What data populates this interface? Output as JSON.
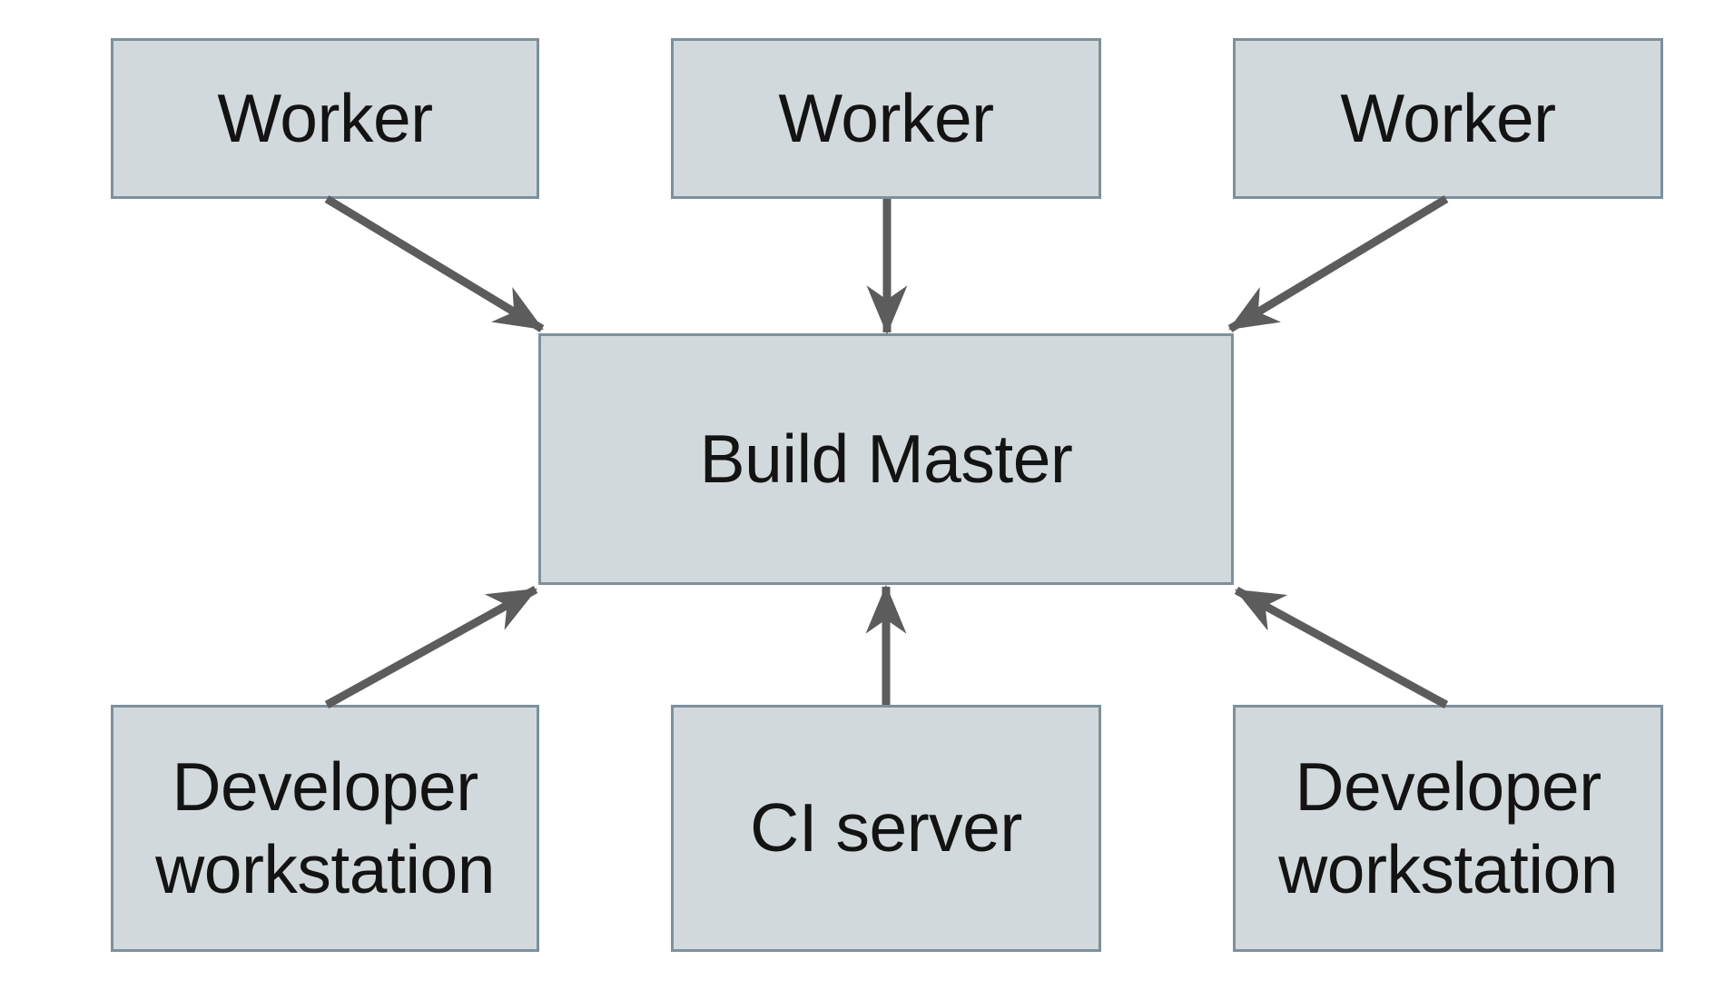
{
  "diagram": {
    "nodes": [
      {
        "id": "worker-1",
        "label": "Worker"
      },
      {
        "id": "worker-2",
        "label": "Worker"
      },
      {
        "id": "worker-3",
        "label": "Worker"
      },
      {
        "id": "build-master",
        "label": "Build Master"
      },
      {
        "id": "developer-workstation-left",
        "label": "Developer workstation"
      },
      {
        "id": "ci-server",
        "label": "CI server"
      },
      {
        "id": "developer-workstation-right",
        "label": "Developer workstation"
      }
    ],
    "connections": [
      {
        "from": "worker-1",
        "to": "build-master"
      },
      {
        "from": "worker-2",
        "to": "build-master"
      },
      {
        "from": "worker-3",
        "to": "build-master"
      },
      {
        "from": "developer-workstation-left",
        "to": "build-master"
      },
      {
        "from": "ci-server",
        "to": "build-master"
      },
      {
        "from": "developer-workstation-right",
        "to": "build-master"
      }
    ],
    "colors": {
      "node_fill": "#d2d9dc",
      "node_border": "#7d909b",
      "arrow": "#5c5c5c",
      "text": "#131313",
      "background": "#ffffff"
    }
  }
}
